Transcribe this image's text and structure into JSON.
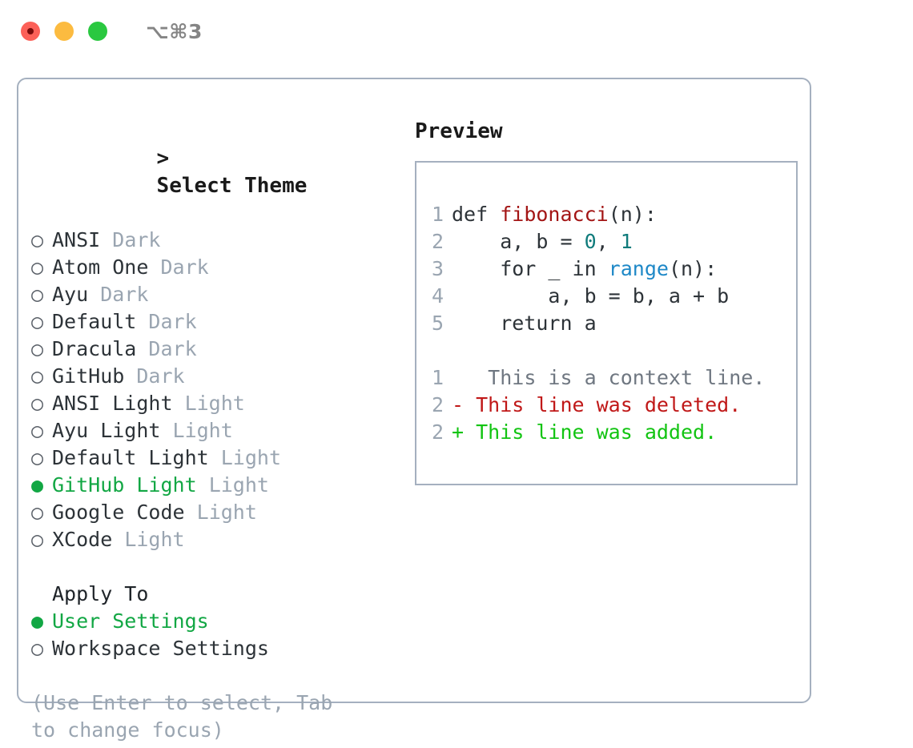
{
  "window": {
    "shortcut": "⌥⌘3",
    "lights": [
      "close",
      "minimize",
      "maximize"
    ]
  },
  "theme_list": {
    "caret": ">",
    "title": "Select Theme",
    "marker_on": "●",
    "marker_off": "○",
    "items": [
      {
        "name": "ANSI",
        "variant": "Dark",
        "selected": false
      },
      {
        "name": "Atom One",
        "variant": "Dark",
        "selected": false
      },
      {
        "name": "Ayu",
        "variant": "Dark",
        "selected": false
      },
      {
        "name": "Default",
        "variant": "Dark",
        "selected": false
      },
      {
        "name": "Dracula",
        "variant": "Dark",
        "selected": false
      },
      {
        "name": "GitHub",
        "variant": "Dark",
        "selected": false
      },
      {
        "name": "ANSI Light",
        "variant": "Light",
        "selected": false
      },
      {
        "name": "Ayu Light",
        "variant": "Light",
        "selected": false
      },
      {
        "name": "Default Light",
        "variant": "Light",
        "selected": false
      },
      {
        "name": "GitHub Light",
        "variant": "Light",
        "selected": true
      },
      {
        "name": "Google Code",
        "variant": "Light",
        "selected": false
      },
      {
        "name": "XCode",
        "variant": "Light",
        "selected": false
      }
    ]
  },
  "apply_to": {
    "title": "Apply To",
    "items": [
      {
        "name": "User Settings",
        "selected": true
      },
      {
        "name": "Workspace Settings",
        "selected": false
      }
    ]
  },
  "hint": "(Use Enter to select, Tab to change focus)",
  "preview": {
    "title": "Preview",
    "code": [
      {
        "no": "1",
        "parts": [
          {
            "t": "def ",
            "cls": "tok-plain"
          },
          {
            "t": "fibonacci",
            "cls": "tok-fn"
          },
          {
            "t": "(n):",
            "cls": "tok-plain"
          }
        ]
      },
      {
        "no": "2",
        "parts": [
          {
            "t": "    a, b = ",
            "cls": "tok-plain"
          },
          {
            "t": "0",
            "cls": "tok-num"
          },
          {
            "t": ", ",
            "cls": "tok-plain"
          },
          {
            "t": "1",
            "cls": "tok-num"
          }
        ]
      },
      {
        "no": "3",
        "parts": [
          {
            "t": "    for _ in ",
            "cls": "tok-plain"
          },
          {
            "t": "range",
            "cls": "tok-call"
          },
          {
            "t": "(n):",
            "cls": "tok-plain"
          }
        ]
      },
      {
        "no": "4",
        "parts": [
          {
            "t": "        a, b = b, a + b",
            "cls": "tok-plain"
          }
        ]
      },
      {
        "no": "5",
        "parts": [
          {
            "t": "    return a",
            "cls": "tok-plain"
          }
        ]
      }
    ],
    "diff": [
      {
        "no": "1",
        "marker": " ",
        "text": "  This is a context line.",
        "kind": "diff-ctx"
      },
      {
        "no": "2",
        "marker": "-",
        "text": " This line was deleted.",
        "kind": "diff-del"
      },
      {
        "no": "2",
        "marker": "+",
        "text": " This line was added.",
        "kind": "diff-add"
      }
    ]
  },
  "colors": {
    "selected_green": "#12a744",
    "muted": "#9aa5b1",
    "border": "#a5b0bf",
    "diff_added": "#12c412",
    "diff_deleted": "#c01818",
    "token_function": "#a31515",
    "token_number": "#0f7b7b",
    "token_call": "#1e88c7"
  }
}
